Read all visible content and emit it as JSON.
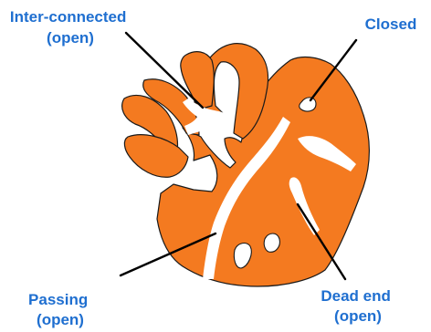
{
  "colors": {
    "particle_fill": "#f47a20",
    "particle_stroke": "#1a1a1a",
    "label_text": "#1f6fd0",
    "pointer_line": "#000000",
    "background": "#ffffff"
  },
  "labels": {
    "interconnected": {
      "line1": "Inter-connected",
      "line2": "(open)"
    },
    "closed": {
      "line1": "Closed"
    },
    "passing": {
      "line1": "Passing",
      "line2": "(open)"
    },
    "dead_end": {
      "line1": "Dead end",
      "line2": "(open)"
    }
  }
}
